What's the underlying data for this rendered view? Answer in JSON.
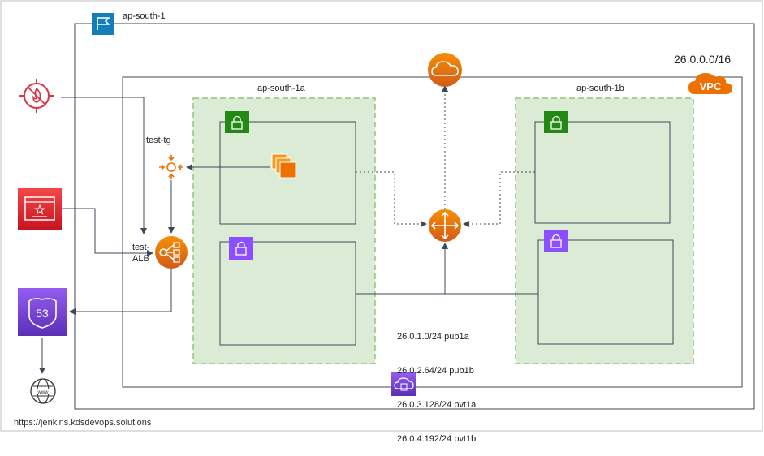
{
  "region": {
    "label": "ap-south-1"
  },
  "vpc": {
    "cidr": "26.0.0.0/16",
    "badge": "VPC"
  },
  "azs": [
    {
      "label": "ap-south-1a"
    },
    {
      "label": "ap-south-1b"
    }
  ],
  "target_group": {
    "label": "test-tg"
  },
  "alb": {
    "label_line1": "test-",
    "label_line2": "ALB"
  },
  "route53": {
    "label": "53"
  },
  "subnets_list": [
    "26.0.1.0/24 pub1a",
    "26.0.2.64/24 pub1b",
    "26.0.3.128/24 pvt1a",
    "26.0.4.192/24 pvt1b"
  ],
  "footer": {
    "url": "https://jenkins.kdsdevops.solutions"
  },
  "colors": {
    "aws_orange": "#ED7100",
    "aws_red": "#DD344C",
    "aws_purple": "#8C4FFF",
    "public_subnet_green": "#248814",
    "az_fill": "#DCEBD5",
    "az_border": "#7AA116",
    "region_blue": "#147EBA",
    "line": "#3b4a5a"
  }
}
